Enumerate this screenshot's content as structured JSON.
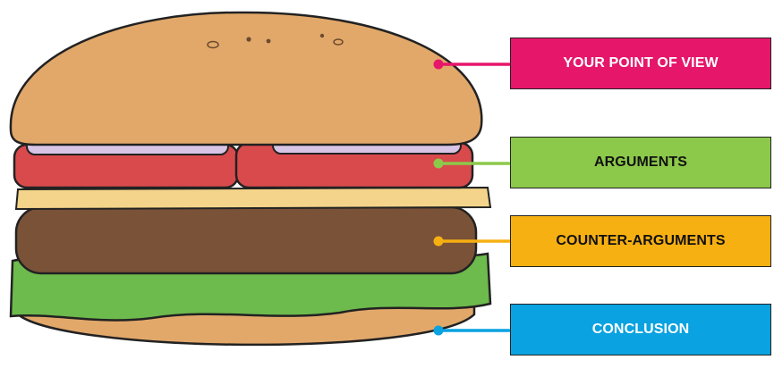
{
  "labels": {
    "point_of_view": "YOUR POINT OF VIEW",
    "arguments": "ARGUMENTS",
    "counter_arguments": "COUNTER-ARGUMENTS",
    "conclusion": "CONCLUSION"
  },
  "colors": {
    "point_of_view": "#e6166b",
    "arguments": "#8cc94a",
    "counter_arguments": "#f7b012",
    "conclusion": "#0aa2e0",
    "bun": "#e2a86a",
    "tomato": "#d94a4c",
    "onion": "#d8c5e6",
    "cheese": "#f4d48a",
    "patty": "#7a5238",
    "lettuce": "#6dba4d",
    "outline": "#222222"
  }
}
